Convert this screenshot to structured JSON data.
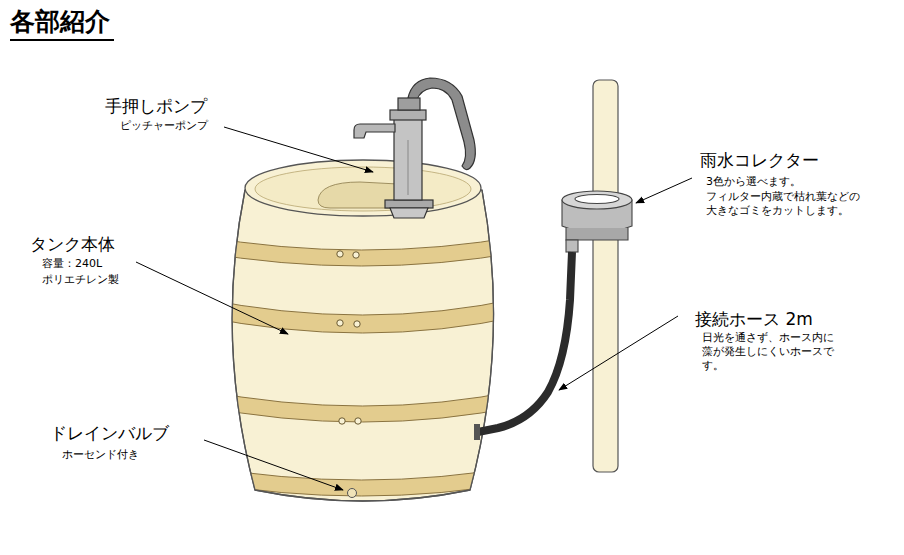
{
  "diagram": {
    "title": "各部紹介",
    "labels": [
      "手押しポンプ",
      "ピッチャーポンプ",
      "タンク本体",
      "容量：240L",
      "ポリエチレン製",
      "ドレインバルブ",
      "ホーセンド付き",
      "雨水コレクター",
      "3色から選べます。",
      "フィルター内蔵で枯れ葉などの 大きなゴミをカットします。",
      "接続ホース 2m",
      "日光を通さず、ホース内に 藻が発生しにくいホースです。"
    ]
  }
}
